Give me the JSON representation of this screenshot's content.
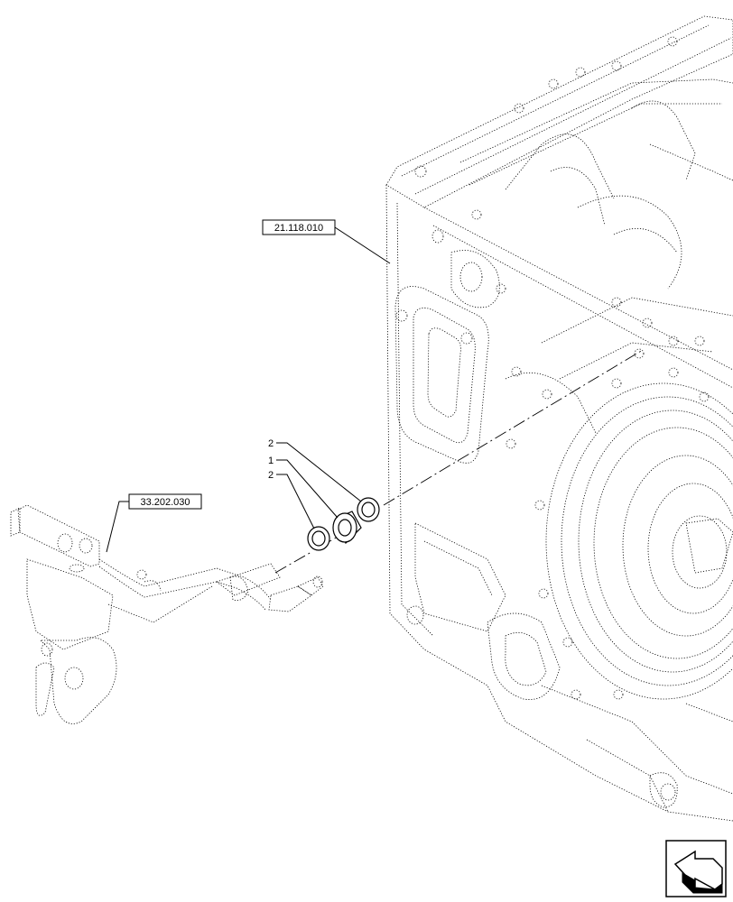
{
  "references": {
    "housing": "21.118.010",
    "harness": "33.202.030"
  },
  "callouts": [
    {
      "label": "2",
      "part": "seal-ring-outer"
    },
    {
      "label": "1",
      "part": "spacer"
    },
    {
      "label": "2",
      "part": "seal-ring-inner"
    }
  ],
  "nav": {
    "icon": "navigate-back-arrow-icon"
  }
}
